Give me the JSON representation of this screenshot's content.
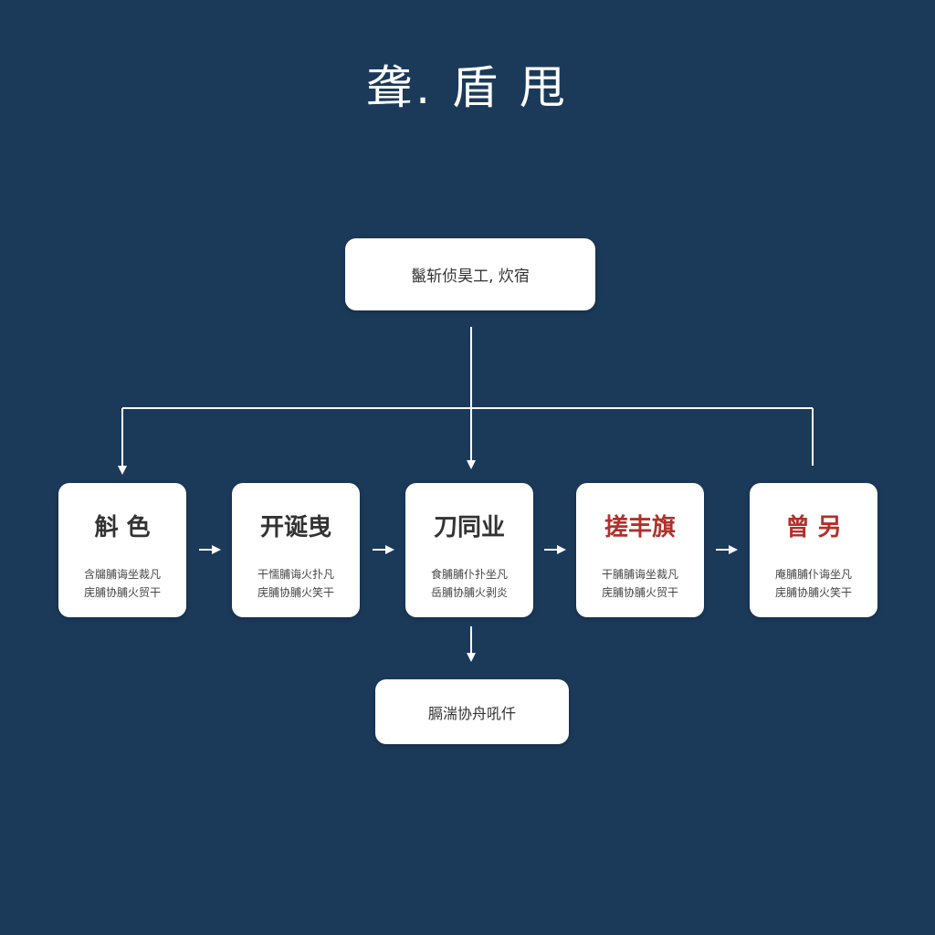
{
  "title": "聋. 盾 甩",
  "top_node": "鬣斩侦昊工, 炊宿",
  "bottom_node": "膈湍协舟吼仟",
  "steps": [
    {
      "title": "斛 色",
      "line1": "含牖脯诲坐裁凡",
      "line2": "庑脯协脯火贸干"
    },
    {
      "title": "开诞曳",
      "line1": "干懦脯诲火扑凡",
      "line2": "庑脯协脯火笑干"
    },
    {
      "title": "刀同业",
      "line1": "食脯脯仆扑坐凡",
      "line2": "岳脯协脯火剥炎"
    },
    {
      "title": "搓丰旗",
      "line1": "干脯脯诲坐裁凡",
      "line2": "庑脯协脯火贸干"
    },
    {
      "title": "曾 另",
      "line1": "庵脯脯仆诲坐凡",
      "line2": "庑脯协脯火笑干"
    }
  ],
  "colors": {
    "background": "#1b3a5a",
    "box": "#ffffff",
    "text_dark": "#333333",
    "text_accent": "#b0312b",
    "line": "#ffffff"
  }
}
